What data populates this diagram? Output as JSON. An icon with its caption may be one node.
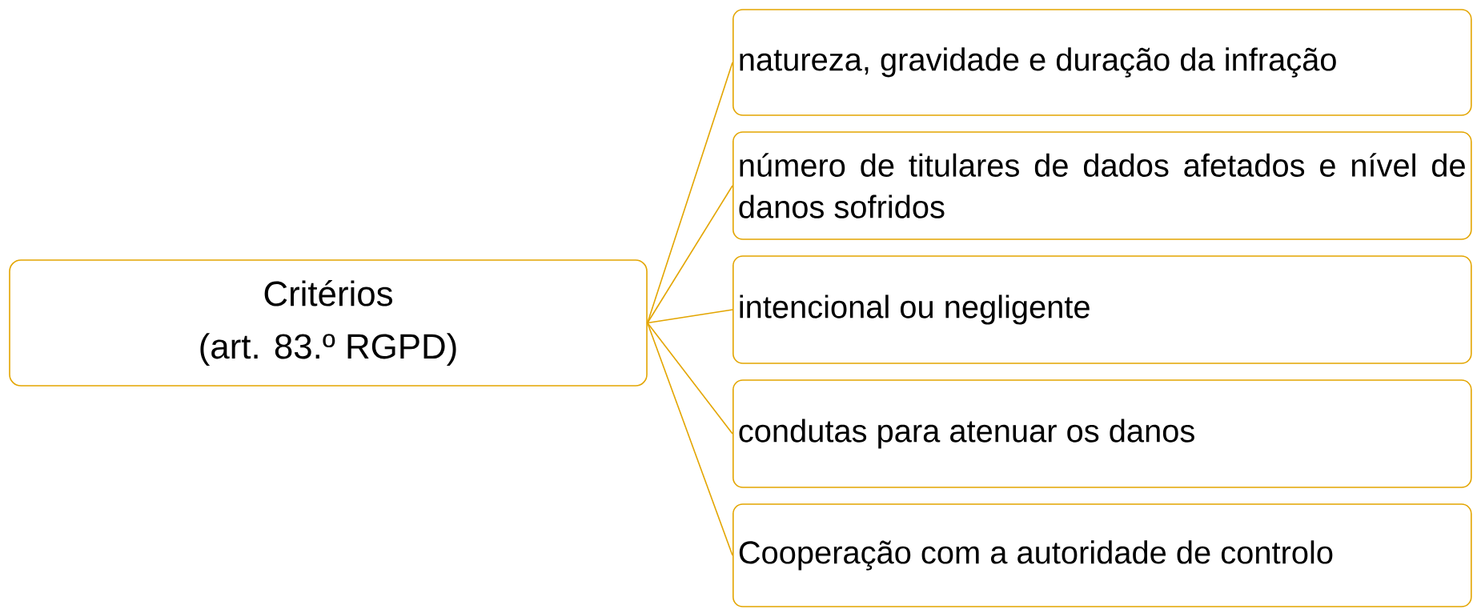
{
  "diagram": {
    "nodes": [
      {
        "text": [
          "Critérios",
          "(art. 83.º RGPD)"
        ]
      },
      {
        "text": [
          "natureza, gravidade e duração da infração"
        ]
      },
      {
        "text": [
          "número de titulares de dados afetados e nível de danos sofridos"
        ]
      },
      {
        "text": [
          "intencional ou negligente"
        ]
      },
      {
        "text": [
          "condutas para atenuar os danos"
        ]
      },
      {
        "text": [
          "Cooperação com a autoridade de controlo"
        ]
      }
    ],
    "edges": [
      {
        "from": 0,
        "to": 1,
        "arrow": "none"
      },
      {
        "from": 0,
        "to": 2,
        "arrow": "none"
      },
      {
        "from": 0,
        "to": 3,
        "arrow": "none"
      },
      {
        "from": 0,
        "to": 4,
        "arrow": "none"
      },
      {
        "from": 0,
        "to": 5,
        "arrow": "none"
      }
    ]
  }
}
